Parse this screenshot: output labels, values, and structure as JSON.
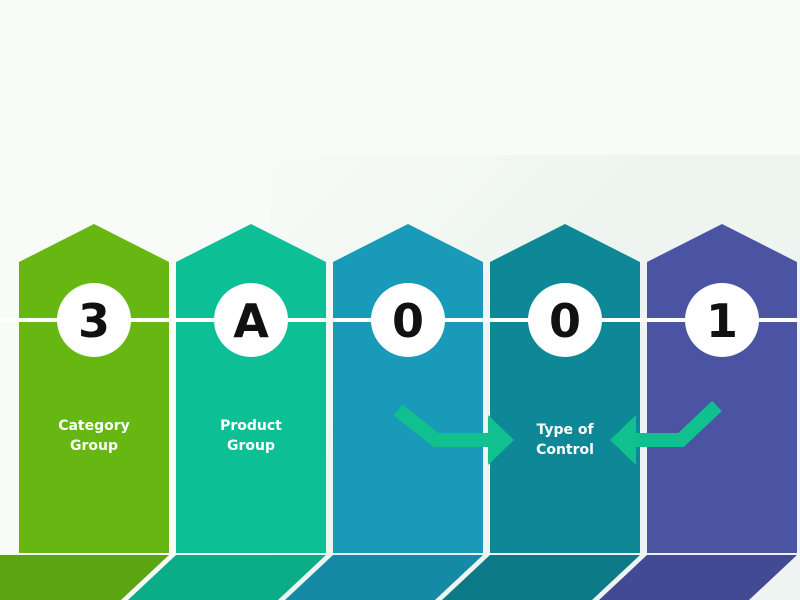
{
  "code_segments": [
    {
      "char": "3",
      "color": "#66b712",
      "base_color": "#5aa510",
      "label_lines": [
        "Category",
        "Group"
      ]
    },
    {
      "char": "A",
      "color": "#0dbf94",
      "base_color": "#0aad86",
      "label_lines": [
        "Product",
        "Group"
      ]
    },
    {
      "char": "0",
      "color": "#189ab8",
      "base_color": "#158aa6",
      "label_lines": []
    },
    {
      "char": "0",
      "color": "#0e8896",
      "base_color": "#0c7986",
      "label_lines": [
        "Type of",
        "Control"
      ]
    },
    {
      "char": "1",
      "color": "#4b53a3",
      "base_color": "#434a94",
      "label_lines": []
    }
  ],
  "colors": {
    "background": "#f8fbf7",
    "divider": "#ffffff",
    "arrow": "#10c08e",
    "circle": "#ffffff"
  }
}
